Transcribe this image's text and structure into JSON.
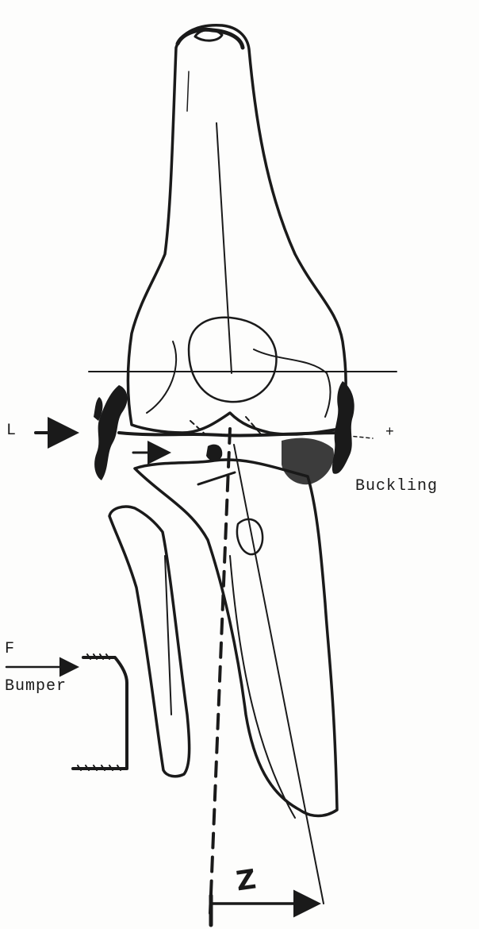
{
  "labels": {
    "left_force": "L",
    "right_marker": "+",
    "buckling": "Buckling",
    "force": "F",
    "bumper": "Bumper",
    "offset": "Z"
  },
  "colors": {
    "ink": "#1a1a1a",
    "paper": "#fdfdfc"
  }
}
